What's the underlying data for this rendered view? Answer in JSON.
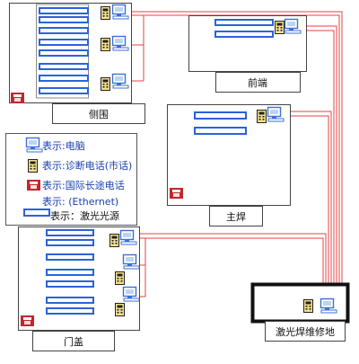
{
  "zones": {
    "side_wall": "侧围",
    "front_end": "前端",
    "main_weld": "主焊",
    "door_cover": "门盖",
    "laser_repair": "激光焊维修地"
  },
  "legend": {
    "computer": "表示:电脑",
    "diag_phone": "表示:诊断电话(市话)",
    "intl_phone": "表示:国际长途电话",
    "ethernet": "表示: (Ethernet)",
    "laser_source": "表示：激光光源"
  },
  "colors": {
    "laser_source": "#2b63d8",
    "network_line": "#e04646",
    "zone_border": "#444444",
    "computer": "#3b6fd9",
    "diag_phone": "#e8d57a",
    "intl_phone": "#c1272d"
  }
}
